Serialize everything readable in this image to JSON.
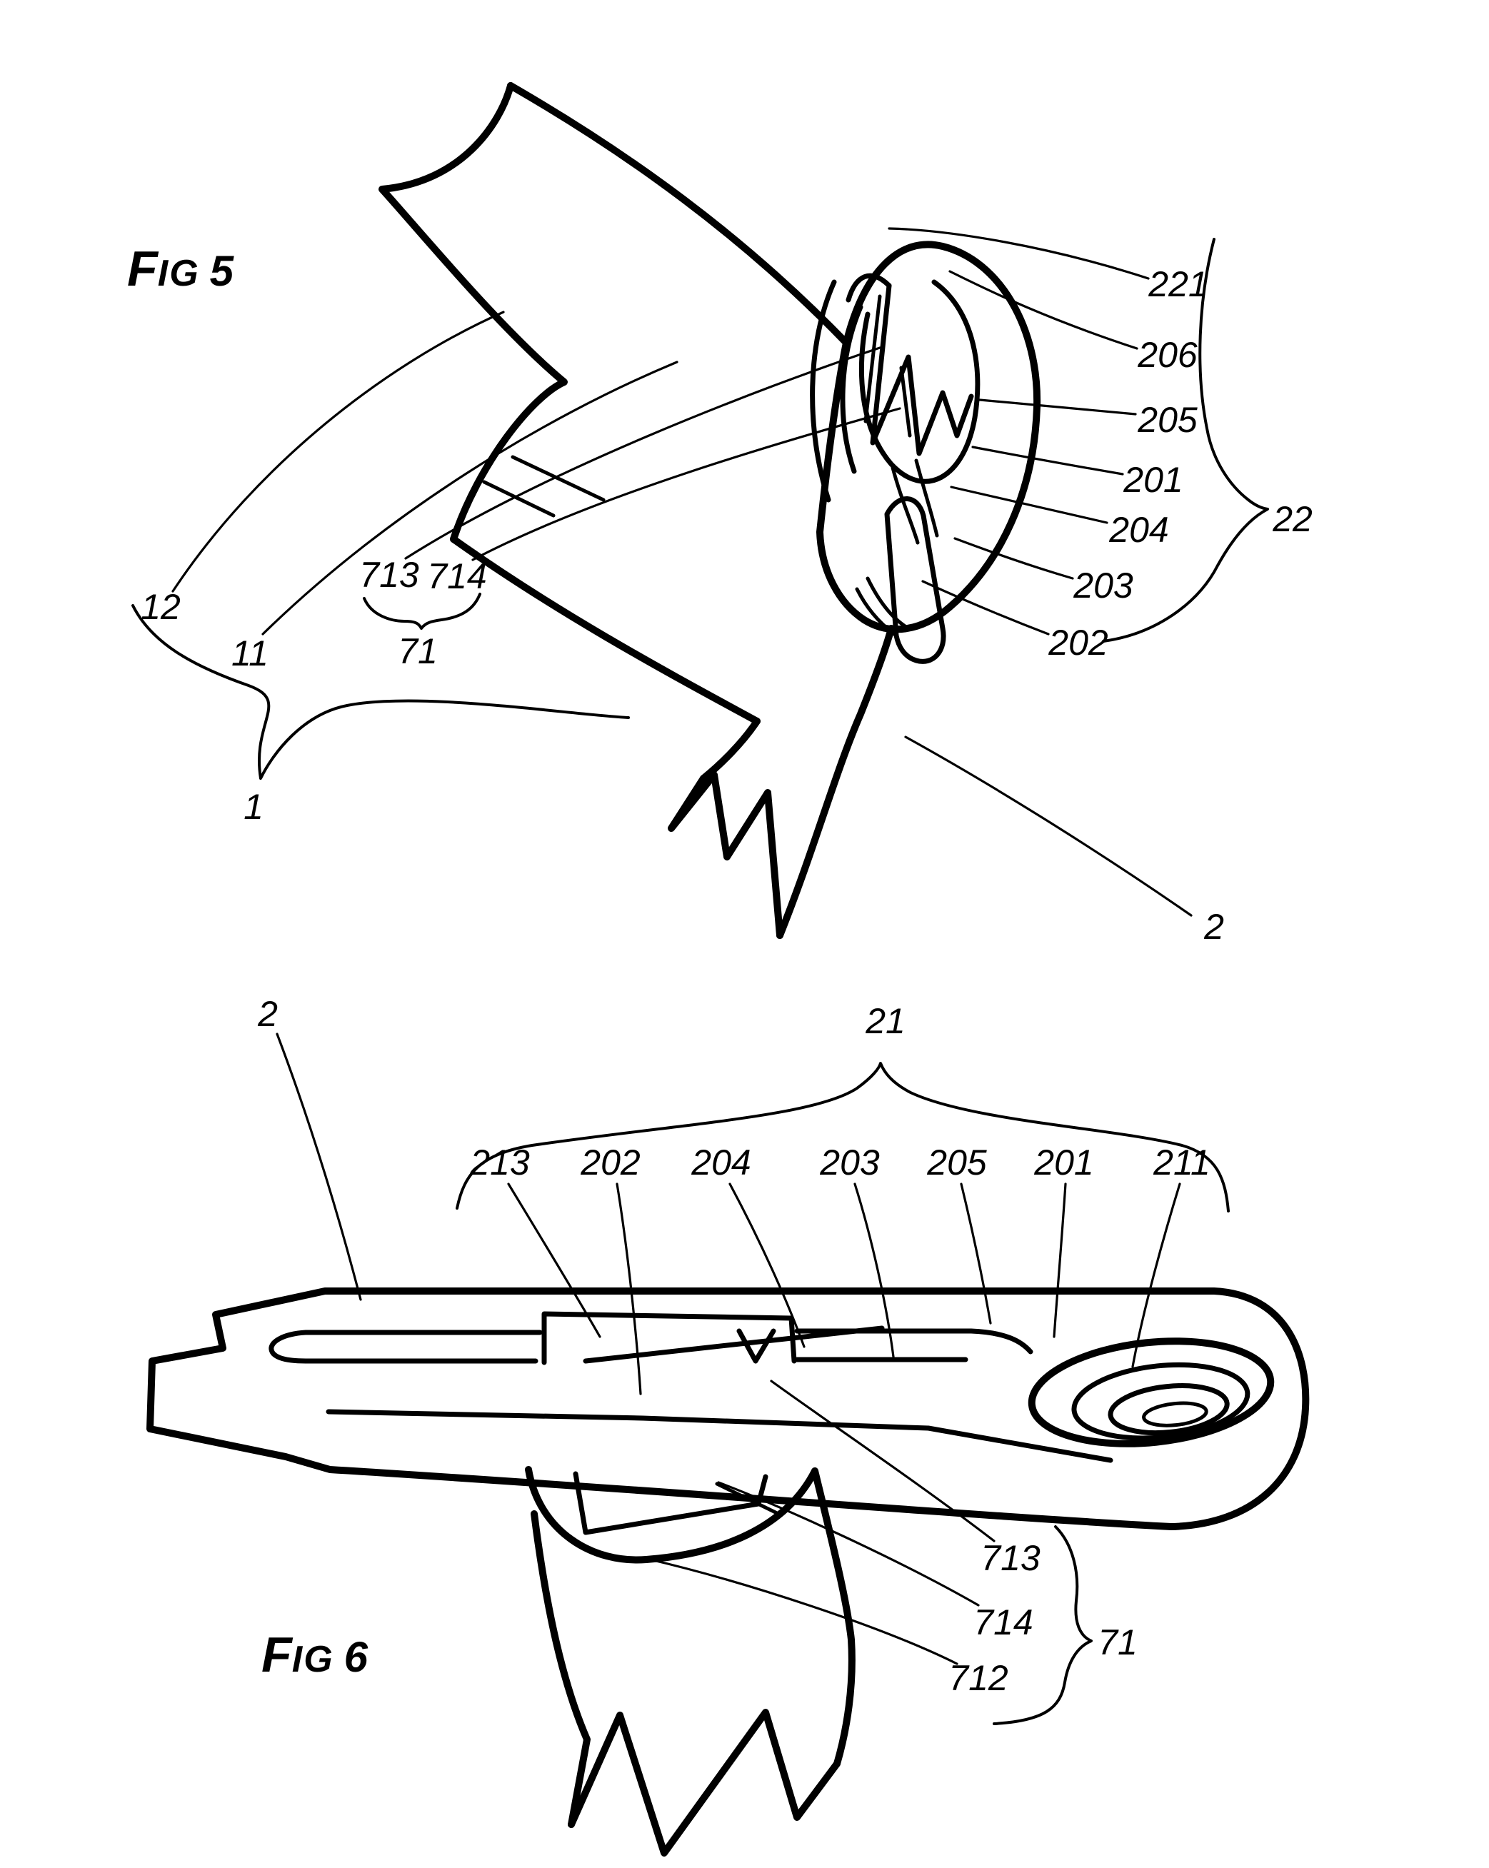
{
  "document": {
    "type": "patent-figure-sheet",
    "background_color": "#ffffff",
    "ink_color": "#000000"
  },
  "figure5": {
    "title": "FIG 5",
    "title_parts": {
      "initial": "F",
      "rest": "IG",
      "number": "5"
    },
    "reference_labels": [
      {
        "text": "221"
      },
      {
        "text": "206"
      },
      {
        "text": "205"
      },
      {
        "text": "201"
      },
      {
        "text": "204"
      },
      {
        "text": "203"
      },
      {
        "text": "202"
      },
      {
        "text": "22"
      },
      {
        "text": "12"
      },
      {
        "text": "11"
      },
      {
        "text": "713"
      },
      {
        "text": "714"
      },
      {
        "text": "71"
      },
      {
        "text": "1"
      },
      {
        "text": "2"
      }
    ]
  },
  "figure6": {
    "title": "FIG 6",
    "title_parts": {
      "initial": "F",
      "rest": "IG",
      "number": "6"
    },
    "reference_labels": [
      {
        "text": "2"
      },
      {
        "text": "21"
      },
      {
        "text": "213"
      },
      {
        "text": "202"
      },
      {
        "text": "204"
      },
      {
        "text": "203"
      },
      {
        "text": "205"
      },
      {
        "text": "201"
      },
      {
        "text": "211"
      },
      {
        "text": "713"
      },
      {
        "text": "714"
      },
      {
        "text": "712"
      },
      {
        "text": "71"
      }
    ]
  }
}
